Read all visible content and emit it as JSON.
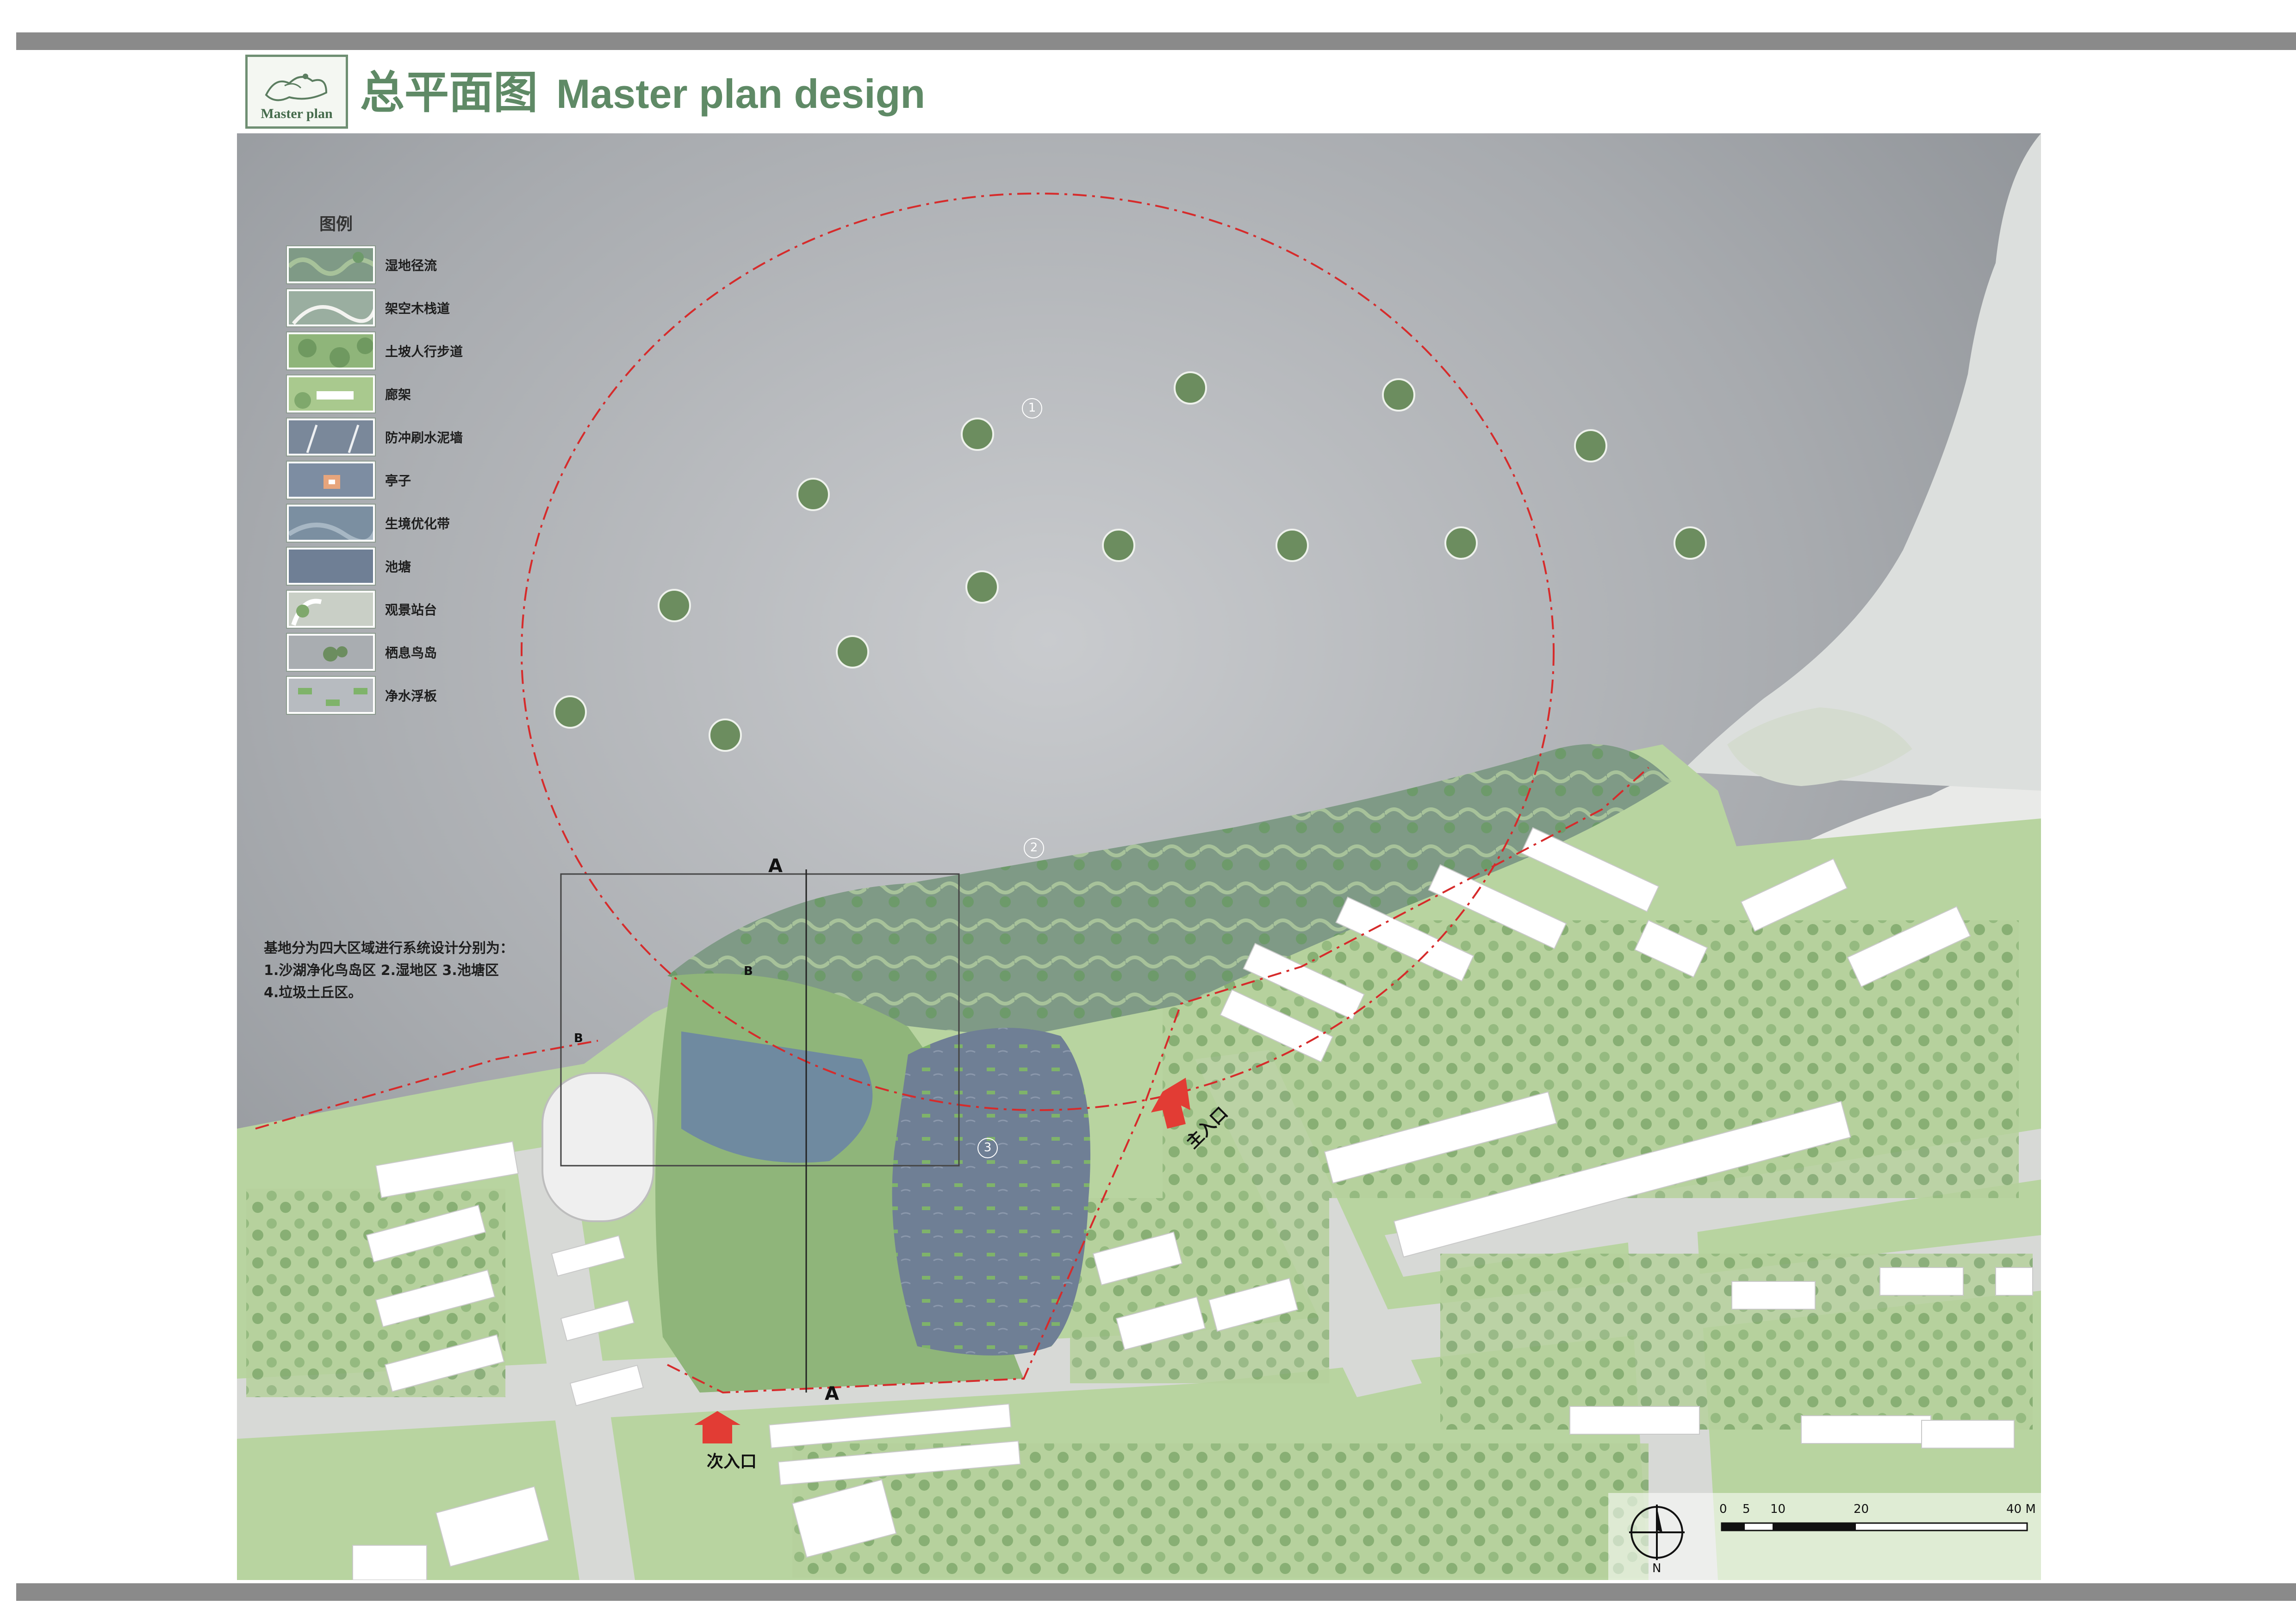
{
  "header": {
    "logo_label": "Master plan",
    "title_cn": "总平面图",
    "title_en": "Master plan design"
  },
  "legend": {
    "title": "图例",
    "items": [
      {
        "label": "湿地径流",
        "icon": "wetland-runoff-swatch"
      },
      {
        "label": "架空木栈道",
        "icon": "elevated-boardwalk-swatch"
      },
      {
        "label": "土坡人行步道",
        "icon": "earth-slope-path-swatch"
      },
      {
        "label": "廊架",
        "icon": "pergola-swatch"
      },
      {
        "label": "防冲刷水泥墙",
        "icon": "anti-scour-wall-swatch"
      },
      {
        "label": "亭子",
        "icon": "pavilion-swatch"
      },
      {
        "label": "生境优化带",
        "icon": "habitat-zone-swatch"
      },
      {
        "label": "池塘",
        "icon": "pond-swatch"
      },
      {
        "label": "观景站台",
        "icon": "viewing-platform-swatch"
      },
      {
        "label": "栖息鸟岛",
        "icon": "bird-island-swatch"
      },
      {
        "label": "净水浮板",
        "icon": "floating-board-swatch"
      }
    ]
  },
  "note": {
    "lines": [
      "基地分为四大区域进行系统设计分别为：",
      "1.沙湖净化鸟岛区 2.湿地区 3.池塘区",
      "4.垃圾土丘区。"
    ]
  },
  "entrances": {
    "main": "主入口",
    "secondary": "次入口"
  },
  "section_marks": {
    "a": "A",
    "b": "B"
  },
  "zones": [
    "1",
    "2",
    "3"
  ],
  "scale": {
    "north": "N",
    "ticks": [
      "0",
      "5",
      "10",
      "20",
      "40 M"
    ]
  },
  "colors": {
    "water": "#a9adb1",
    "green": "#a9c98e",
    "title_green": "#5f8a66",
    "boundary_red": "#d62b2b"
  }
}
